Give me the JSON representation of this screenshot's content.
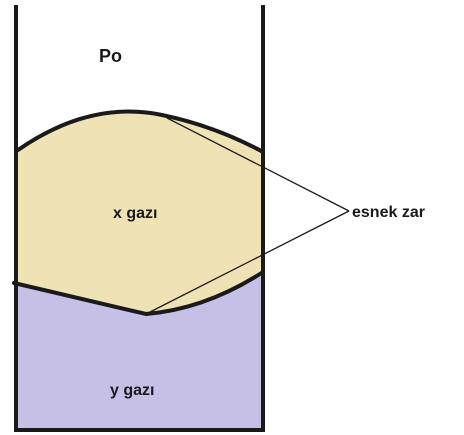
{
  "labels": {
    "outside_pressure": "Po",
    "gas_x": "x gazı",
    "gas_y": "y gazı",
    "membrane": "esnek zar"
  },
  "colors": {
    "gas_x_fill": "#efe3b5",
    "gas_y_fill": "#c6c0e6",
    "wall": "#1a1a1a"
  }
}
